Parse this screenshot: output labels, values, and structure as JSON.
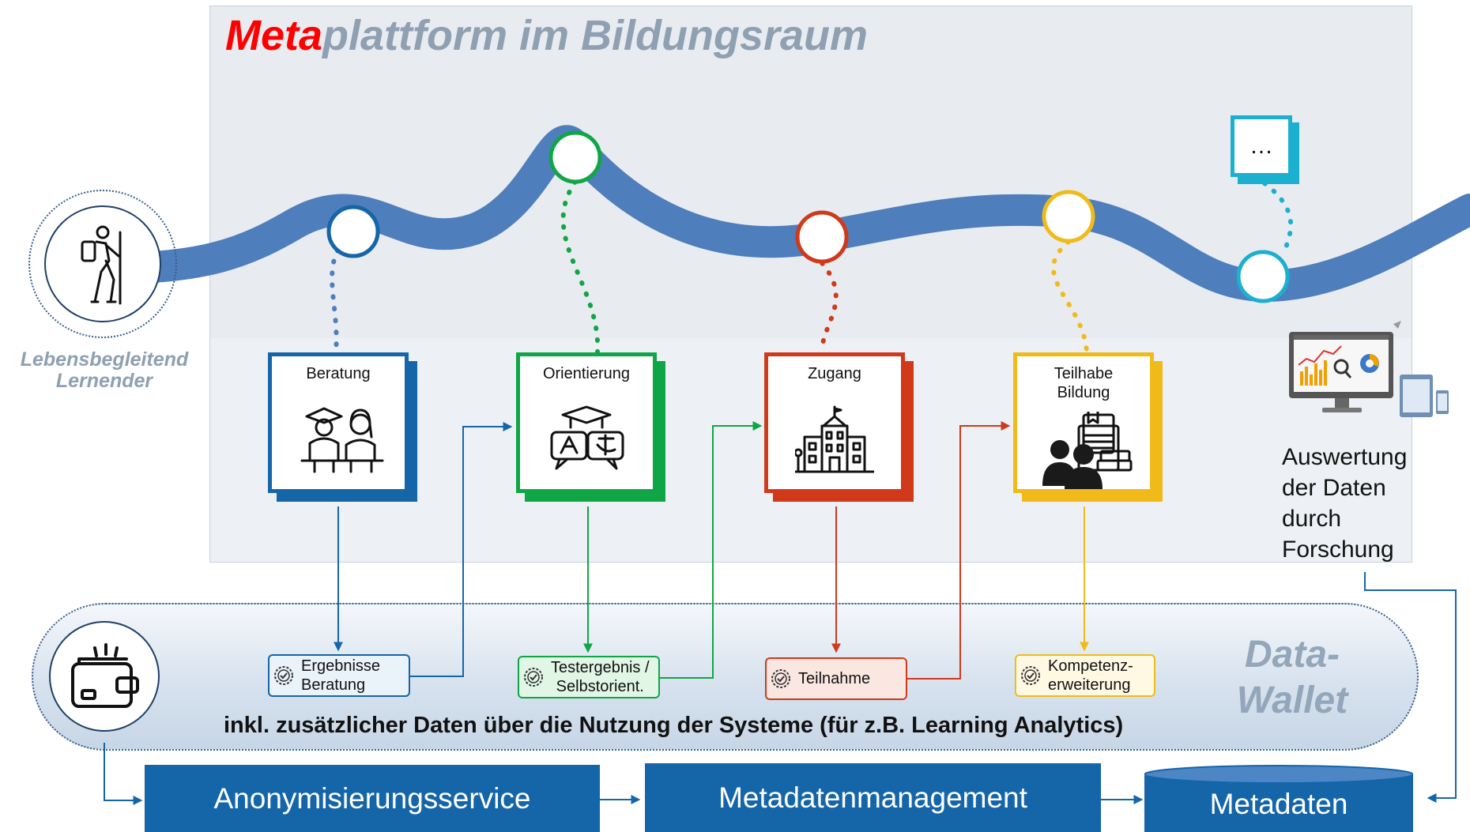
{
  "title": {
    "meta": "Meta",
    "rest": "plattform im Bildungsraum"
  },
  "learner": {
    "label": "Lebensbegleitend\nLernender",
    "icon": "hiker-icon"
  },
  "stations": [
    {
      "label": "Beratung",
      "color": "#1565a9",
      "icon": "consultation-icon"
    },
    {
      "label": "Orientierung",
      "color": "#10a646",
      "icon": "language-translation-icon"
    },
    {
      "label": "Zugang",
      "color": "#d0391a",
      "icon": "school-building-icon"
    },
    {
      "label": "Teilhabe\nBildung",
      "color": "#f0bb1a",
      "icon": "learners-books-icon"
    }
  ],
  "extra_station": {
    "label": "…",
    "color": "#1bb0d0"
  },
  "research": {
    "label": "Auswertung\nder Daten\ndurch\nForschung",
    "icon": "analytics-dashboard-icon"
  },
  "wallet": {
    "title": "Data-\nWallet",
    "icon": "wallet-icon",
    "note": "inkl. zusätzlicher Daten über die Nutzung der Systeme (für z.B. Learning Analytics)",
    "chips": [
      {
        "label": "Ergebnisse\nBeratung",
        "color": "#1565a9",
        "fill": "#eaf2fa"
      },
      {
        "label": "Testergebnis /\nSelbstorient.",
        "color": "#10a646",
        "fill": "#e2f6e6"
      },
      {
        "label": "Teilnahme",
        "color": "#d0391a",
        "fill": "#fbe7e1"
      },
      {
        "label": "Kompetenz-\nerweiterung",
        "color": "#f0bb1a",
        "fill": "#fff9e3"
      }
    ]
  },
  "services": {
    "anonymization": "Anonymisierungsservice",
    "metadata_management": "Metadatenmanagement",
    "metadata_store": "Metadaten"
  }
}
